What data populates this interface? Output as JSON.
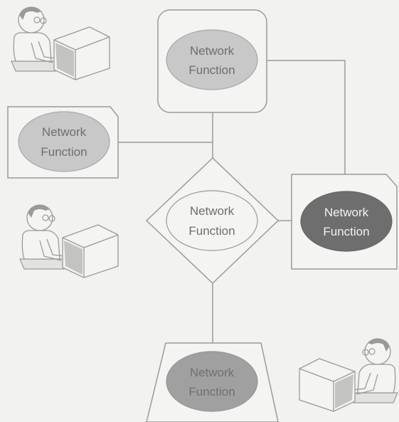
{
  "nodes": {
    "top": {
      "line1": "Network",
      "line2": "Function"
    },
    "left": {
      "line1": "Network",
      "line2": "Function"
    },
    "center": {
      "line1": "Network",
      "line2": "Function"
    },
    "right": {
      "line1": "Network",
      "line2": "Function"
    },
    "bottom": {
      "line1": "Network",
      "line2": "Function"
    }
  },
  "colors": {
    "background": "#f2f2f0",
    "stroke": "#9a9a9a",
    "fill_light": "#c8c8c8",
    "fill_medium": "#a0a0a0",
    "fill_dark": "#6e6e6e",
    "fill_white": "#f4f4f2"
  },
  "icons": [
    "user-at-computer-icon",
    "user-at-computer-icon",
    "user-at-computer-icon"
  ]
}
